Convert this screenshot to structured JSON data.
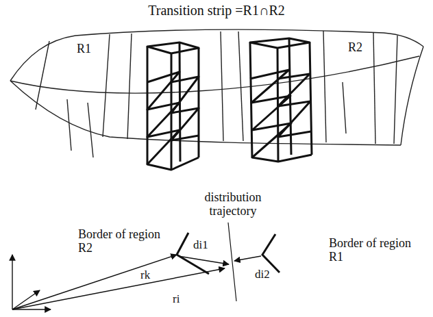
{
  "diagram": {
    "labels": [
      "Transition strip =R1∩R2",
      "R1",
      "R2",
      "distribution trajectory",
      "Border of region R2",
      "Border of region R1",
      "di1",
      "di2",
      "rk",
      "ri"
    ]
  }
}
